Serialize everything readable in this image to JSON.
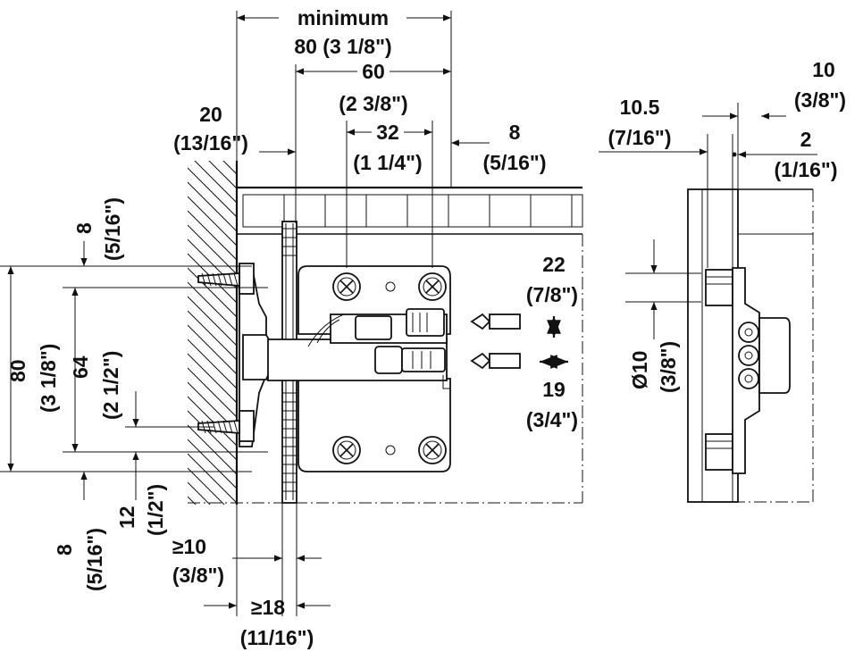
{
  "labels": {
    "minimum": "minimum",
    "top_80": "80 (3 1/8\")",
    "top_60": "60",
    "top_60_in": "(2 3/8\")",
    "top_32": "32",
    "top_32_in": "(1 1/4\")",
    "top_20": "20",
    "top_20_in": "(13/16\")",
    "top_8": "8",
    "top_8_in": "(5/16\")",
    "left_8_top": "8",
    "left_8_top_in": "(5/16\")",
    "left_80": "80",
    "left_80_in": "(3 1/8\")",
    "left_64": "64",
    "left_64_in": "(2 1/2\")",
    "left_12": "12",
    "left_12_in": "(1/2\")",
    "left_8_bottom": "8",
    "left_8_bottom_in": "(5/16\")",
    "ge10": "≥10",
    "ge10_in": "(3/8\")",
    "ge18": "≥18",
    "ge18_in": "(11/16\")",
    "r_22": "22",
    "r_22_in": "(7/8\")",
    "r_19": "19",
    "r_19_in": "(3/4\")",
    "side_10_5": "10.5",
    "side_10_5_in": "(7/16\")",
    "side_10": "10",
    "side_10_in": "(3/8\")",
    "side_2": "2",
    "side_2_in": "(1/16\")",
    "dia_10": "Ø10",
    "dia_10_in": "(3/8\")"
  },
  "icons": {
    "pozidriv": "screwdriver-bit-icon",
    "arrow_vertical": "double-arrow-vertical-icon",
    "arrow_horizontal": "double-arrow-horizontal-icon"
  }
}
